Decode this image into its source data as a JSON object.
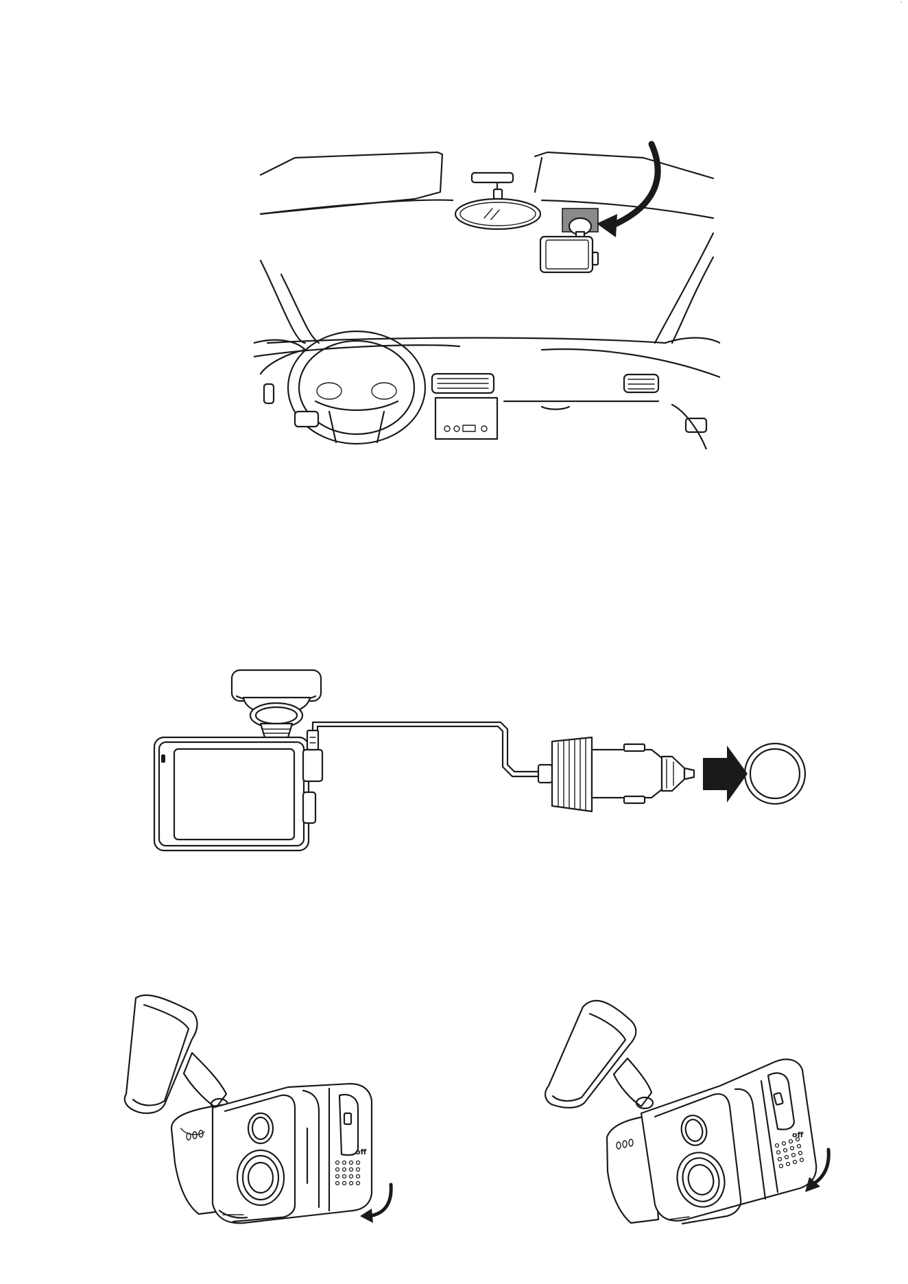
{
  "page": {
    "colors": {
      "line": "#1a1a1a",
      "background": "#ffffff",
      "mount_pad": "#8a8a8a",
      "corner_mark": "#c0392b"
    }
  },
  "figures": [
    {
      "id": "windshield-install",
      "icons": [
        "windshield-icon",
        "rearview-mirror-icon",
        "dashcam-icon",
        "curved-arrow-icon",
        "steering-wheel-icon"
      ]
    },
    {
      "id": "power-connection",
      "icons": [
        "dashcam-front-icon",
        "suction-mount-icon",
        "power-cable-icon",
        "car-charger-icon",
        "arrow-right-icon",
        "socket-ring-icon"
      ]
    },
    {
      "id": "angle-adjust-left",
      "icons": [
        "dashcam-3d-icon",
        "rotate-arrow-icon"
      ],
      "text": {
        "switch_label": "off"
      }
    },
    {
      "id": "angle-adjust-right",
      "icons": [
        "dashcam-3d-icon",
        "rotate-arrow-icon"
      ],
      "text": {
        "switch_label": "off"
      }
    }
  ]
}
